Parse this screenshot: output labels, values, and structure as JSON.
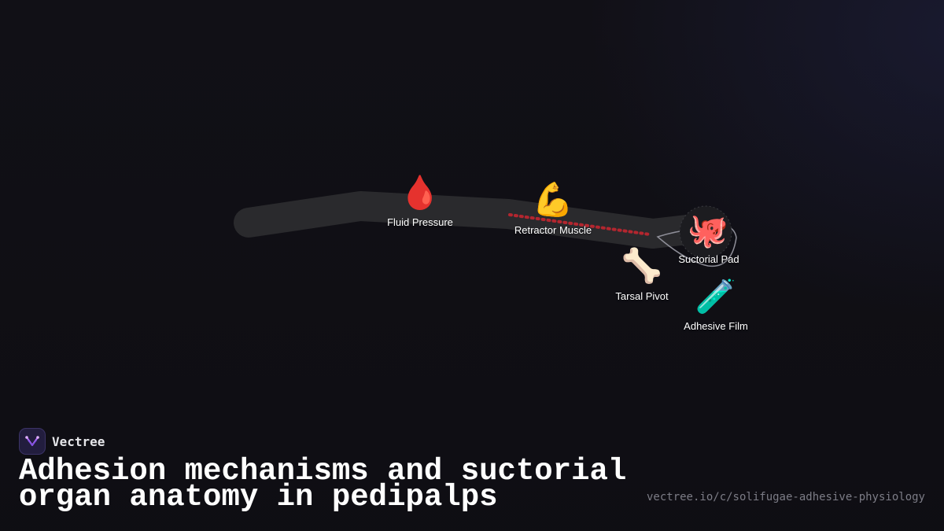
{
  "brand": {
    "name": "Vectree"
  },
  "title": "Adhesion mechanisms and suctorial organ anatomy in pedipalps",
  "url": "vectree.io/c/solifugae-adhesive-physiology",
  "colors": {
    "background": "#111016",
    "path": "#2a2a2d",
    "dotted_link": "#b3262f",
    "ring": "#8e8e98",
    "text": "#ffffff",
    "logo_accent": "#b66cff"
  },
  "nodes": [
    {
      "id": "fluid-pressure",
      "label": "Fluid Pressure",
      "icon": "blood-drop-icon",
      "glyph": "🩸"
    },
    {
      "id": "retractor-muscle",
      "label": "Retractor Muscle",
      "icon": "flexed-bicep-icon",
      "glyph": "💪"
    },
    {
      "id": "suctorial-pad",
      "label": "Suctorial Pad",
      "icon": "octopus-icon",
      "glyph": "🐙"
    },
    {
      "id": "tarsal-pivot",
      "label": "Tarsal Pivot",
      "icon": "bone-icon",
      "glyph": "🦴"
    },
    {
      "id": "adhesive-film",
      "label": "Adhesive Film",
      "icon": "test-tube-icon",
      "glyph": "🧪"
    }
  ]
}
